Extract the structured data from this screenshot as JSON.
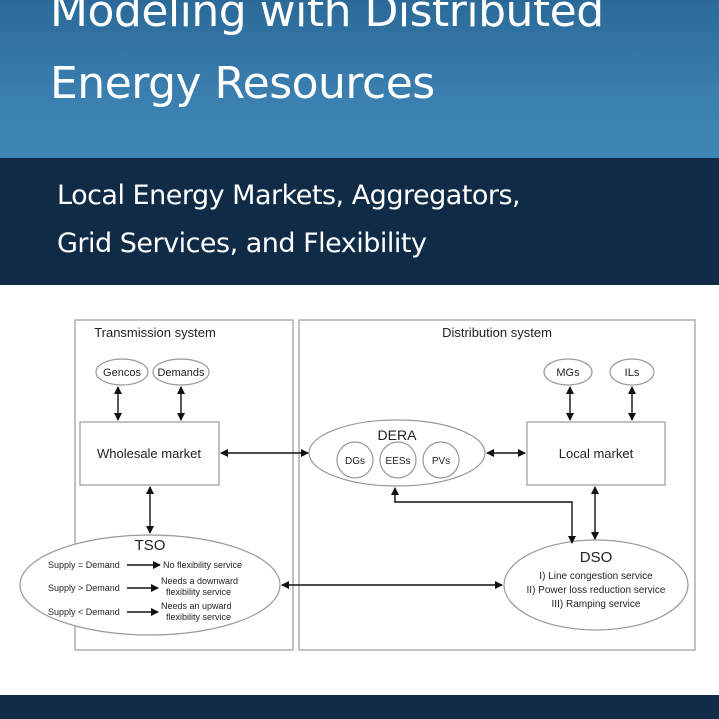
{
  "cover": {
    "title_line1": "Modeling with Distributed",
    "title_line2": "Energy Resources",
    "subtitle_line1": "Local Energy Markets, Aggregators,",
    "subtitle_line2": "Grid Services, and Flexibility",
    "colors": {
      "title_band": "#3a7fb0",
      "subtitle_band": "#0f2b46"
    }
  },
  "diagram": {
    "transmission_label": "Transmission system",
    "distribution_label": "Distribution system",
    "gencos": "Gencos",
    "demands": "Demands",
    "wholesale_market": "Wholesale market",
    "dera": "DERA",
    "dgs": "DGs",
    "eess": "EESs",
    "pvs": "PVs",
    "local_market": "Local market",
    "mgs": "MGs",
    "ils": "ILs",
    "tso": {
      "title": "TSO",
      "rows": [
        {
          "condition": "Supply = Demand",
          "result1": "No flexibility service",
          "result2": ""
        },
        {
          "condition": "Supply > Demand",
          "result1": "Needs a downward",
          "result2": "flexibility service"
        },
        {
          "condition": "Supply < Demand",
          "result1": "Needs an upward",
          "result2": "flexibility service"
        }
      ]
    },
    "dso": {
      "title": "DSO",
      "services": [
        "I) Line congestion service",
        "II) Power loss reduction service",
        "III) Ramping service"
      ]
    }
  }
}
